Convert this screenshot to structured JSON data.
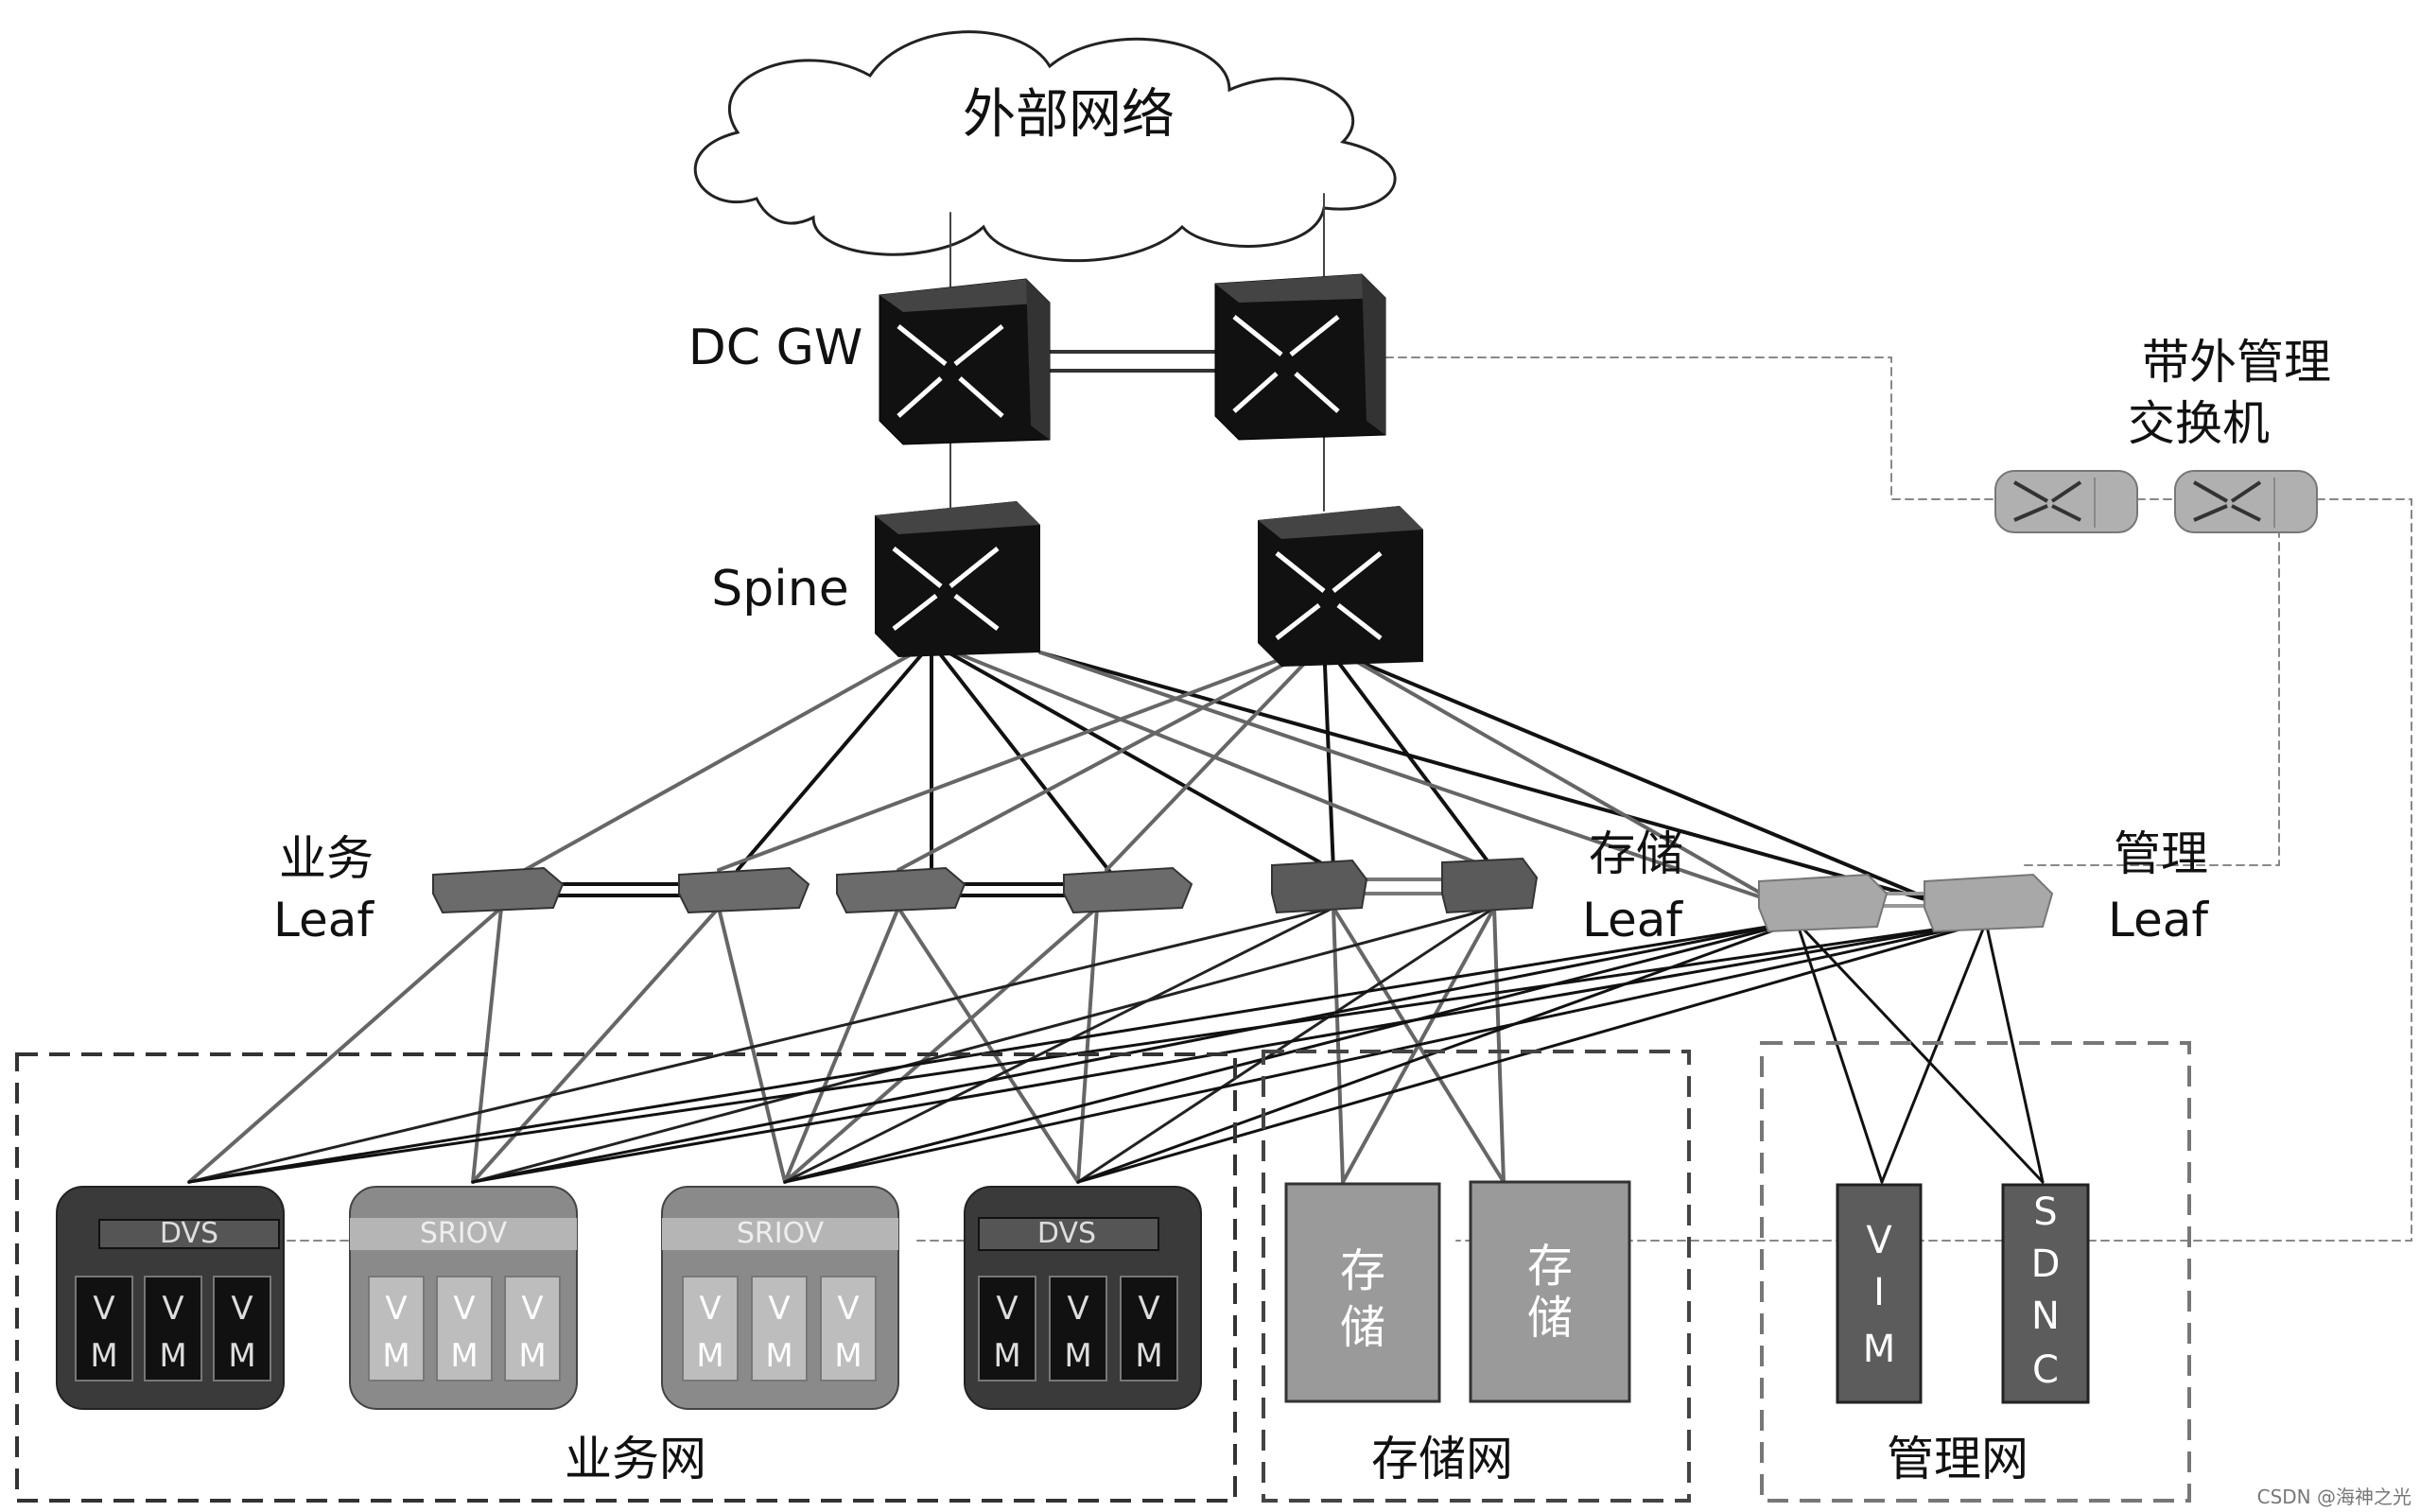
{
  "cloud": {
    "label": "外部网络"
  },
  "labels": {
    "dc_gw": "DC GW",
    "spine": "Spine",
    "oob_line1": "带外管理",
    "oob_line2": "交换机",
    "biz_leaf_line1": "业务",
    "biz_leaf_line2": "Leaf",
    "sto_leaf_line1": "存储",
    "sto_leaf_line2": "Leaf",
    "mgmt_leaf_line1": "管理",
    "mgmt_leaf_line2": "Leaf"
  },
  "servers": [
    {
      "header": "DVS",
      "style": "dark",
      "vm": [
        "V",
        "M"
      ]
    },
    {
      "header": "SRIOV",
      "style": "light",
      "vm": [
        "V",
        "M"
      ]
    },
    {
      "header": "SRIOV",
      "style": "light",
      "vm": [
        "V",
        "M"
      ]
    },
    {
      "header": "DVS",
      "style": "dark",
      "vm": [
        "V",
        "M"
      ]
    }
  ],
  "storage": [
    {
      "line1": "存",
      "line2": "储"
    },
    {
      "line1": "存",
      "line2": "储"
    }
  ],
  "mgmt_nodes": [
    {
      "letters": [
        "V",
        "I",
        "M"
      ]
    },
    {
      "letters": [
        "S",
        "D",
        "N",
        "C"
      ]
    }
  ],
  "zones": {
    "business": "业务网",
    "storage": "存储网",
    "management": "管理网"
  },
  "watermark": "CSDN @海神之光",
  "colors": {
    "router_dark": "#111111",
    "leaf_biz": "#6b6b6b",
    "leaf_sto": "#5a5a5a",
    "leaf_mgmt": "#a8a8a8",
    "server_dark": "#3a3a3a",
    "server_light": "#8a8a8a",
    "storage_box": "#9a9a9a",
    "mgmt_box": "#5c5c5c"
  }
}
